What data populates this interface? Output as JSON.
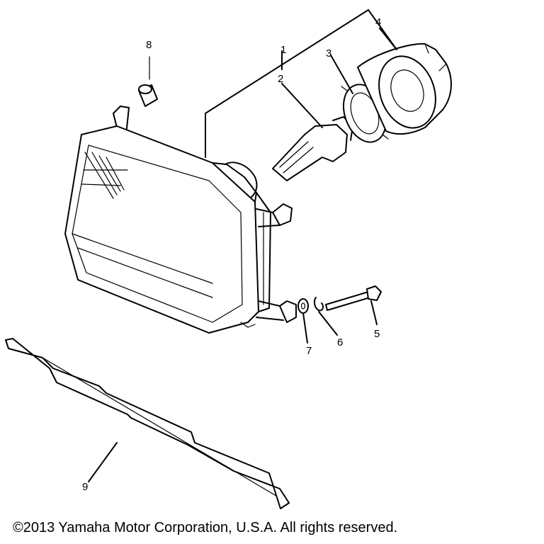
{
  "diagram": {
    "callouts": [
      {
        "id": "1",
        "label": "1"
      },
      {
        "id": "2",
        "label": "2"
      },
      {
        "id": "3",
        "label": "3"
      },
      {
        "id": "4",
        "label": "4"
      },
      {
        "id": "5",
        "label": "5"
      },
      {
        "id": "6",
        "label": "6"
      },
      {
        "id": "7",
        "label": "7"
      },
      {
        "id": "8",
        "label": "8"
      },
      {
        "id": "9",
        "label": "9"
      }
    ]
  },
  "footer": {
    "copyright": "©2013 Yamaha Motor Corporation, U.S.A. All rights reserved."
  }
}
